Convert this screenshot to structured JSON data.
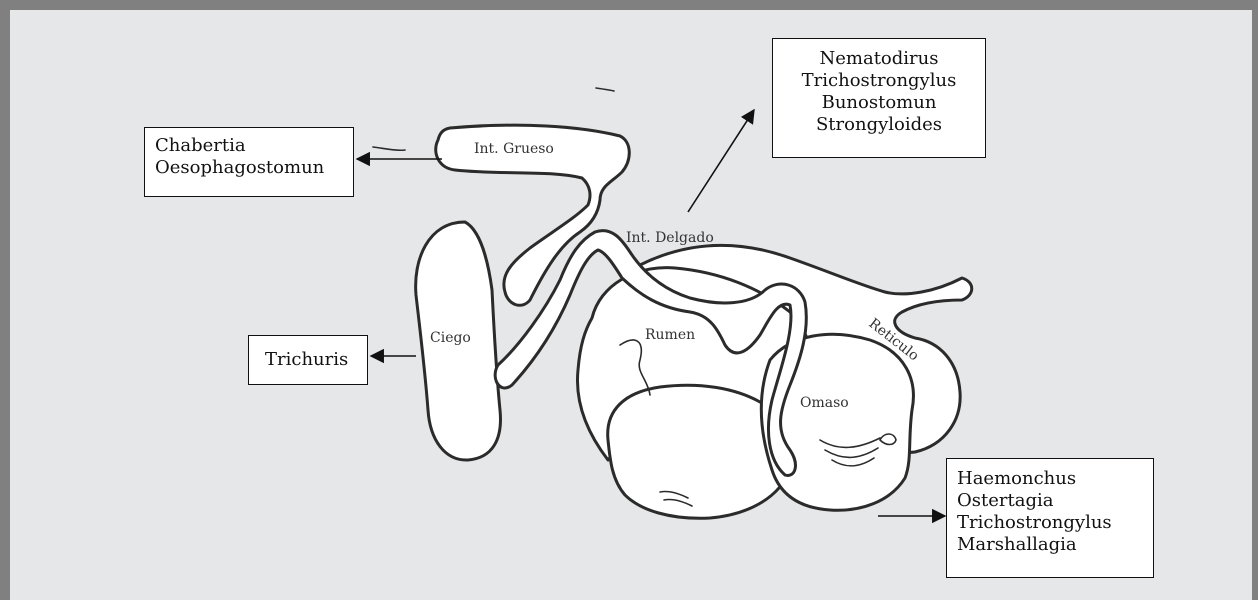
{
  "organs": {
    "int_grueso": "Int. Grueso",
    "int_delgado": "Int. Delgado",
    "ciego": "Ciego",
    "rumen": "Rumen",
    "reticulo": "Reticulo",
    "omaso": "Omaso"
  },
  "boxes": {
    "large_intestine": [
      "Chabertia",
      "Oesophagostomun"
    ],
    "small_intestine": [
      "Nematodirus",
      "Trichostrongylus",
      "Bunostomun",
      "Strongyloides"
    ],
    "cecum": [
      "Trichuris"
    ],
    "abomasum": [
      "Haemonchus",
      "Ostertagia",
      "Trichostrongylus",
      "Marshallagia"
    ]
  }
}
